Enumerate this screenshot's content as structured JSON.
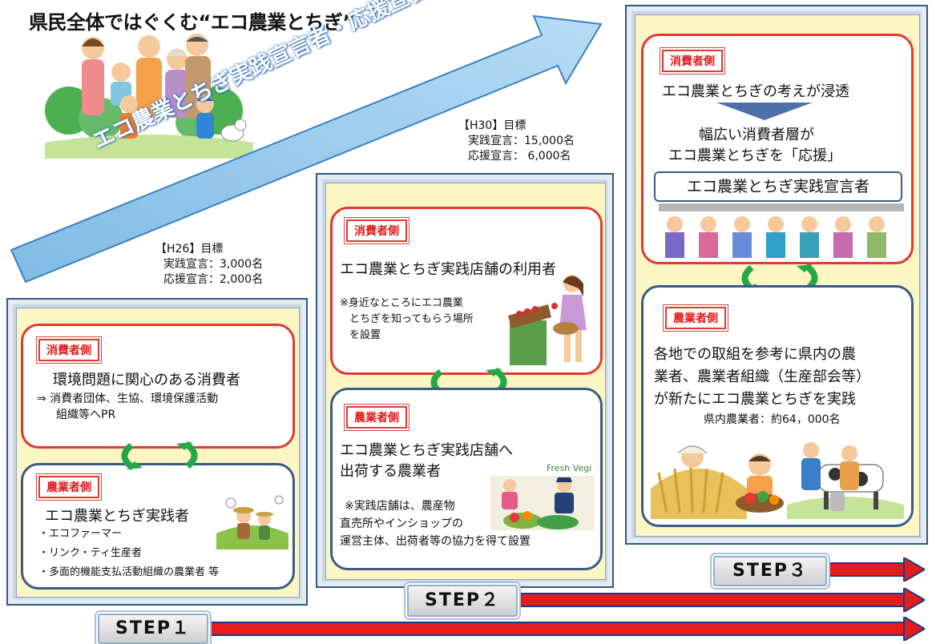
{
  "title": "県民全体ではぐくむ“エコ農業とちぎ”",
  "arrow_label": "エコ農業とちぎ実践宣言者・応援宣言者数アップ",
  "targets": {
    "h26": {
      "heading": "【H26】目標",
      "line1": "実践宣言：3,000名",
      "line2": "応援宣言：2,000名"
    },
    "h30": {
      "heading": "【H30】目標",
      "line1": "実践宣言：15,000名",
      "line2": "応援宣言： 6,000名"
    }
  },
  "step1": {
    "label": "STEP１",
    "consumer": {
      "tag": "消費者側",
      "title": "環境問題に関心のある消費者",
      "line1": "⇒  消費者団体、生協、環境保護活動",
      "line2": "組織等へPR"
    },
    "farmer": {
      "tag": "農業者側",
      "title": "エコ農業とちぎ実践者",
      "items": [
        "・エコファーマー",
        "・リンク・ティ生産者",
        "・多面的機能支払活動組織の農業者 等"
      ]
    }
  },
  "step2": {
    "label": "STEP２",
    "consumer": {
      "tag": "消費者側",
      "title": "エコ農業とちぎ実践店舗の利用者",
      "note1": "※身近なところにエコ農業",
      "note2": "とちぎを知ってもらう場所",
      "note3": "を設置"
    },
    "farmer": {
      "tag": "農業者側",
      "title1": "エコ農業とちぎ実践店舗へ",
      "title2": "出荷する農業者",
      "note1": "※実践店舗は、農産物",
      "note2": "直売所やインショップの",
      "note3": "運営主体、出荷者等の協力を得て設置",
      "sign": "Fresh Vegi"
    }
  },
  "step3": {
    "label": "STEP３",
    "consumer": {
      "tag": "消費者側",
      "line1": "エコ農業とちぎの考えが浸透",
      "line2": "幅広い消費者層が",
      "line3": "エコ農業とちぎを「応援」",
      "banner": "エコ農業とちぎ実践宣言者"
    },
    "farmer": {
      "tag": "農業者側",
      "line1": "各地での取組を参考に県内の農",
      "line2": "業者、農業者組織（生産部会等）",
      "line3": "が新たにエコ農業とちぎを実践",
      "count": "県内農業者：約64，000名"
    }
  },
  "colors": {
    "arrow": "#9fcdee",
    "panel_red": "#e23a2f",
    "panel_blue": "#3a5c84",
    "frame_fill": "#fcf6c4",
    "progress_arrow": "#e31c1c",
    "cycle_arrow": "#22a845"
  },
  "icons": [
    "family-illustration",
    "shopper-illustration",
    "market-illustration",
    "supporters-illustration",
    "farmers-illustration",
    "cycle-arrows-icon"
  ]
}
